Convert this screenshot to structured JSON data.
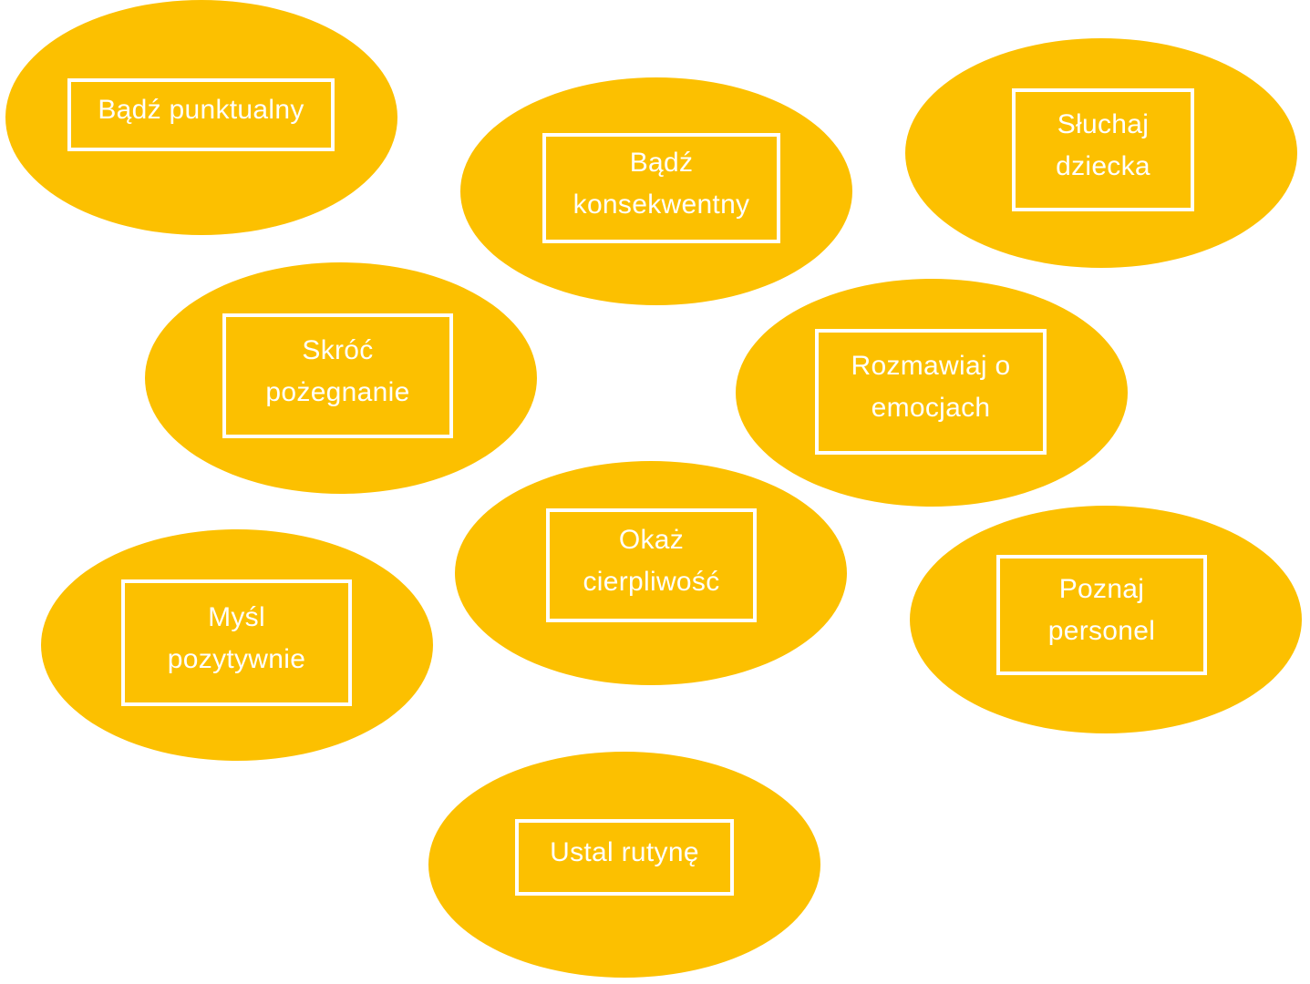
{
  "colors": {
    "ellipse_fill": "#fcc000",
    "box_border": "#ffffff",
    "text": "#ffffff",
    "background": "#ffffff"
  },
  "nodes": [
    {
      "label": "Bądź punktualny"
    },
    {
      "label": "Bądź\nkonsekwentny"
    },
    {
      "label": "Słuchaj\ndziecka"
    },
    {
      "label": "Skróć\npożegnanie"
    },
    {
      "label": "Rozmawiaj o\nemocjach"
    },
    {
      "label": "Okaż\ncierpliwość"
    },
    {
      "label": "Myśl\npozytywnie"
    },
    {
      "label": "Poznaj\npersonel"
    },
    {
      "label": "Ustal rutynę"
    }
  ]
}
